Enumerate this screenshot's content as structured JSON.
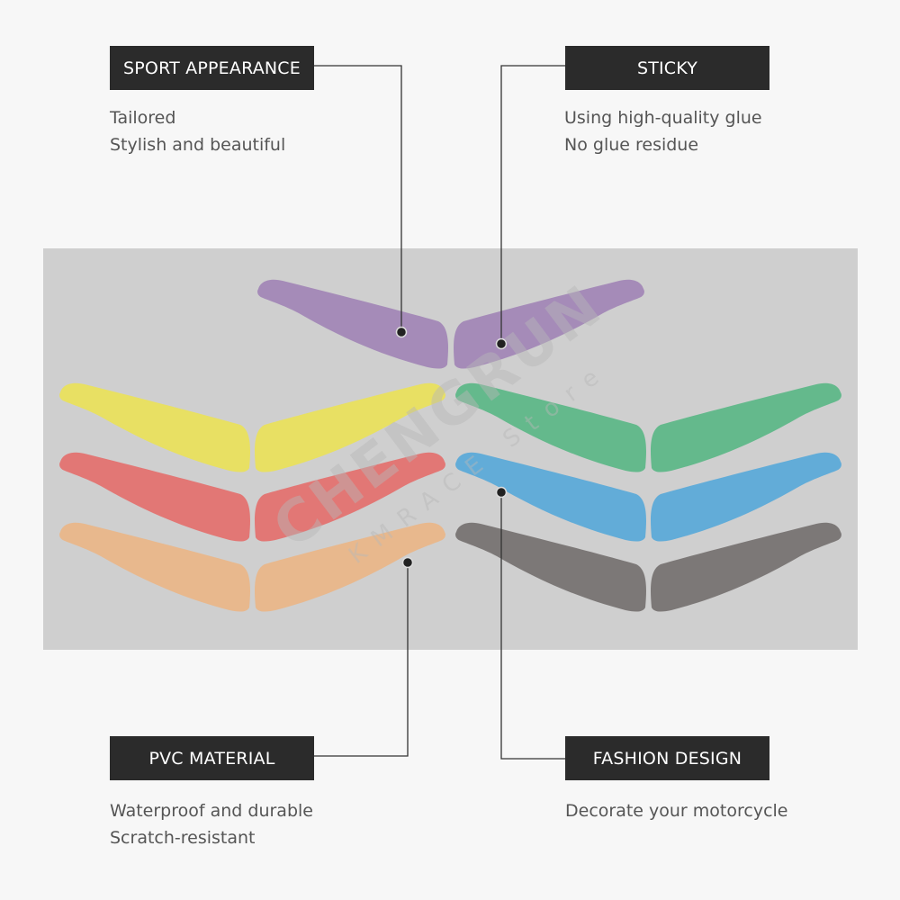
{
  "features": {
    "sport": {
      "title": "SPORT APPEARANCE",
      "lines": [
        "Tailored",
        "Stylish and beautiful"
      ]
    },
    "sticky": {
      "title": "STICKY",
      "lines": [
        "Using high-quality glue",
        "No glue residue"
      ]
    },
    "pvc": {
      "title": "PVC MATERIAL",
      "lines": [
        "Waterproof and durable",
        "Scratch-resistant"
      ]
    },
    "fashion": {
      "title": "FASHION DESIGN",
      "lines": [
        "Decorate your motorcycle"
      ]
    }
  },
  "watermark": {
    "brand": "CHENGRUN",
    "store": "KMRACE Store"
  },
  "colors": {
    "tag_bg": "#2b2b2b",
    "panel_bg": "#cfcfcf",
    "purple": "#a58bb8",
    "yellow": "#e8e063",
    "red": "#e27775",
    "orange": "#e8b88d",
    "green": "#64b98c",
    "blue": "#62acd8",
    "gray": "#7c7877"
  },
  "swatches": [
    "purple",
    "yellow",
    "red",
    "orange",
    "green",
    "blue",
    "gray"
  ]
}
